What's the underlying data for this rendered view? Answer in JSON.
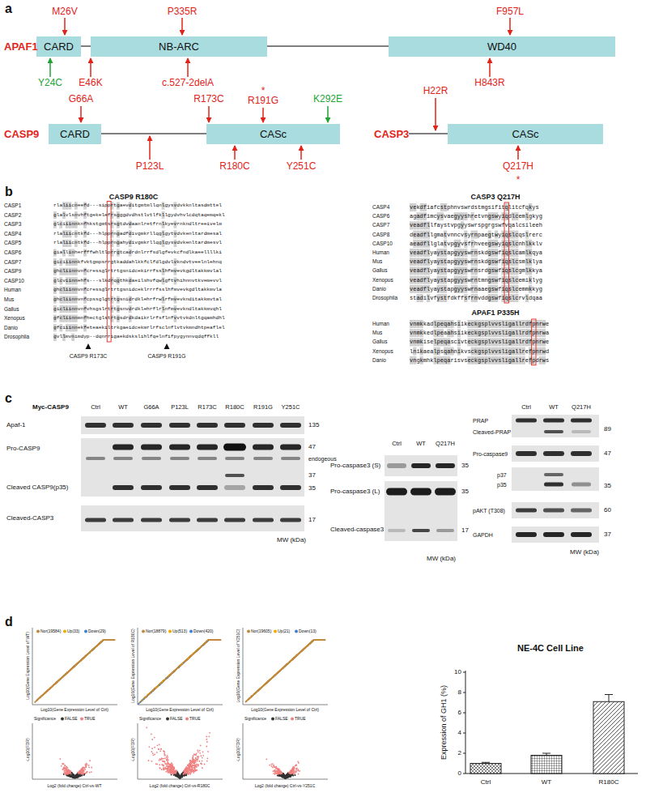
{
  "diagram": {
    "nodes": [
      {
        "text": [
          "CARD"
        ]
      },
      {
        "text": [
          "NB-ARC"
        ]
      },
      {
        "text": [
          "WD40"
        ]
      },
      {
        "text": [
          "CARD"
        ]
      },
      {
        "text": [
          "CASc"
        ]
      },
      {
        "text": [
          "CASc"
        ]
      }
    ],
    "labels": [
      "a",
      "APAF1",
      "M26V",
      "P335R",
      "F957L",
      "Y24C",
      "E46K",
      "c.527-2delA",
      "H843R",
      "CASP9",
      "G66A",
      "R173C",
      "*",
      "R191G",
      "K292E",
      "P123L",
      "R180C",
      "Y251C",
      "CASP3",
      "H22R",
      "Q217H",
      "*",
      "b",
      "CASP9 R180C",
      "CASP1",
      "rlaliicneefd---sipprtgaevditgmtmllqnlgysvdvkknltasdmttel",
      "CASP2",
      "glalvlsnvhftgekelefrsgggdvdhstlvtlfkllgydvhvlcdqtaqemqekl",
      "CASP3",
      "glciiinnknfhkstgmtsrsgtdvdaanlretfrnlkyevrnkndltreeivelm",
      "CASP4",
      "rlaliicntkfd---hlpprngadfdivgmkrllqglgytvdvkenltardmesal",
      "CASP5",
      "rlaliicntkfd---hlpprngahydivgmkrllqglgysvdvkenltardmesvl",
      "CASP6",
      "giallinherfffwhltlprrgtcadrdnlrrfsdlgfevkcfndlkaeellllki",
      "CASP7",
      "giciiinnkfvktgmpsrrgtkaddahlkkfclfdlgdvlvkndvtveelnlehnq",
      "CASP9",
      "ghcliinnvnfcressglrtrtgsnidcekirrfsslhfmvevkgdltakkmvlal",
      "CASP10",
      "glcviinnehfs---slkdrqgthkdaeilshvfqwlgftvhihnnvtkvemevvl",
      "Human",
      "ghcliinnvnfcressglrtrtgsnidceklrrrfsslhfmvevkgdltakkmvla",
      "Mus",
      "ghcliinnvnfcpssglgtrtgsnidrdklehrfrwlrfmvevknditakkmvtal",
      "Gallus",
      "gicliinnvnfvhsgslrtrtgsnvdrdklehrflrlnfmvevkndltakkmvqhl",
      "Xenopus",
      "gfcliinnmnfhectglstrtgsdrdkdaikrlrfsflnfvvtvkdnltgqamhdhl",
      "Danio",
      "gfciiinnekfeteaekiltrkgaeidcekmrlrfsclnflvtvkmndhtpeaflel",
      "Drosophila",
      "gvllmvnimdyp--dqnrrigaekdskslihlfqelnfifpygynnvqdqffkll",
      "CASP9 R173C",
      "CASP9 R191G",
      "CASP3 Q217H",
      "CASP4",
      "vekdfiafcstphnvswrdstmgsifitqlitcfqkys",
      "CASP6",
      "agadfimcysvaegyyshretvngswyiqdlcemlgkyg",
      "CASP7",
      "veadfllfaystvpgyyswrspgrgswfvqalcsileeh",
      "CASP8",
      "deadfllgmatvnncvsyrnpaegtwyiqslcqslrerc",
      "CASP10",
      "aeadfllglatvpgyvsfrhveegswyiqslcnhlkklv",
      "Human",
      "veadflyaystapgyyswrnskdgswfiqslcamlkqya",
      "Mus",
      "veadflyaystapgyyswrnskdgswfiqslcsmlklya",
      "Gallus",
      "veadflyaystapgyyswrnsrdgswfiqslcgmlkkya",
      "Xenopus",
      "veadflyaystapgyyswrntmngswfiqslcemiklyg",
      "Danio",
      "veadflyaystapgyyswrnaaegswfiqslcemmkkyg",
      "Drosophila",
      "stadilvfystfdkffsfrnvddgswfiqslcrvldqaa",
      "APAF1 P335H",
      "Human",
      "vnmkkadlpeqahsiikeckgsplvvsligallrdfpnrwe",
      "Mus",
      "vnmkkedlpeaahsiikeckgsplvvsligallrdfpnrwa",
      "Gallus",
      "vnmkiselpeqascivteckgsplvvsligallrdfpnrwe",
      "Xenopus",
      "lnikaealpsqahnikvsckgsplvvsligallrefpnrwd",
      "Danio",
      "vngkmhklpeqarisvseckgsplvvsligallrefpdrws",
      "c",
      "Myc-CASP9",
      "Ctrl",
      "WT",
      "G66A",
      "P123L",
      "R173C",
      "R180C",
      "R191G",
      "Y251C",
      "Apaf-1",
      "135",
      "Pro-CASP9",
      "47",
      "endogeous",
      "37",
      "Cleaved CASP9(p35)",
      "35",
      "Cleaved-CASP3",
      "17",
      "MW (kDa)",
      "Ctrl",
      "WT",
      "Q217H",
      "Pro-caspase3 (S)",
      "35",
      "Pro-caspase3 (L)",
      "35",
      "Cleaved-caspase3",
      "17",
      "MW (kDa)",
      "Ctrl",
      "WT",
      "Q217H",
      "PRAP",
      "Cleaved-PRAP",
      "89",
      "Pro-caspase9",
      "47",
      "p37",
      "p35",
      "35",
      "pAKT (T308)",
      "60",
      "GAPDH",
      "37",
      "MW (kDa)",
      "d",
      "Log10(Gene Expression Level of WT)",
      "Log10(Gene Expression Level of Ctrl)",
      "Log10(Gene Expression Level of R180C)",
      "Log10(Gene Expression Level of Ctrl)",
      "Log10(Gene Expression Level of Y251C)",
      "Log10(Gene Expression Level of Ctrl)",
      "-Log10(FDR)",
      "Log2 (fold change) Ctrl-vs-WT",
      "-Log10(FDR)",
      "Log2 (fold change) Ctrl-vs-R180C",
      "-Log10(FDR)",
      "Log2 (fold change) Ctrl-vs-Y251C",
      "Significance",
      "Significance",
      "Significance",
      "NE-4C Cell Line",
      "Expression of GH1 (%)",
      "0",
      "2",
      "4",
      "6",
      "8",
      "10",
      "Ctrl",
      "WT",
      "R180C"
    ],
    "legend": [
      {
        "text": "Nor(19584)",
        "color": "#c08a3e"
      },
      {
        "text": "Up(33)",
        "color": "#f2a900"
      },
      {
        "text": "Down(29)",
        "color": "#3a7fd5"
      },
      {
        "text": "Nor(18879)",
        "color": "#c08a3e"
      },
      {
        "text": "Up(513)",
        "color": "#f2a900"
      },
      {
        "text": "Down(420)",
        "color": "#3a7fd5"
      },
      {
        "text": "Nor(19605)",
        "color": "#c08a3e"
      },
      {
        "text": "Up(21)",
        "color": "#f2a900"
      },
      {
        "text": "Down(13)",
        "color": "#3a7fd5"
      },
      {
        "text": "FALSE",
        "color": "#333333"
      },
      {
        "text": "TRUE",
        "color": "#f08080"
      },
      {
        "text": "FALSE",
        "color": "#333333"
      },
      {
        "text": "TRUE",
        "color": "#f08080"
      },
      {
        "text": "FALSE",
        "color": "#333333"
      },
      {
        "text": "TRUE",
        "color": "#f08080"
      }
    ]
  }
}
